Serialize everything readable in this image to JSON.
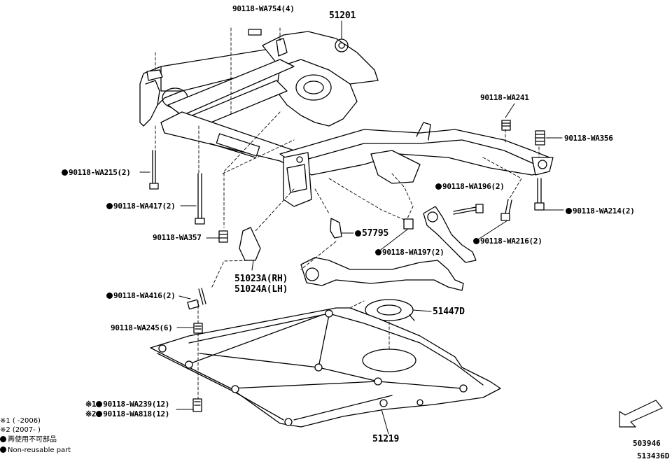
{
  "diagram": {
    "callouts": {
      "wa754": "90118-WA754(4)",
      "p51201": "51201",
      "wa241": "90118-WA241",
      "wa356": "90118-WA356",
      "wa215": "90118-WA215(2)",
      "wa196": "90118-WA196(2)",
      "wa417": "90118-WA417(2)",
      "wa214": "90118-WA214(2)",
      "p57795": "57795",
      "wa357": "90118-WA357",
      "wa216": "90118-WA216(2)",
      "wa197": "90118-WA197(2)",
      "p51023": "51023A(RH)",
      "p51024": "51024A(LH)",
      "wa416": "90118-WA416(2)",
      "p51447d": "51447D",
      "wa245": "90118-WA245(6)",
      "wa239": "90118-WA239(12)",
      "wa818": "90118-WA818(12)",
      "p51219": "51219"
    },
    "markers": {
      "m1": "※1",
      "m2": "※2"
    },
    "legend": {
      "line1": "※1 (     -2006)",
      "line2": "※2 (2007-      )",
      "line3": "再使用不可部品",
      "line4": "Non-reusable part"
    },
    "codes": {
      "code1": "503946",
      "code2": "513436D"
    }
  }
}
